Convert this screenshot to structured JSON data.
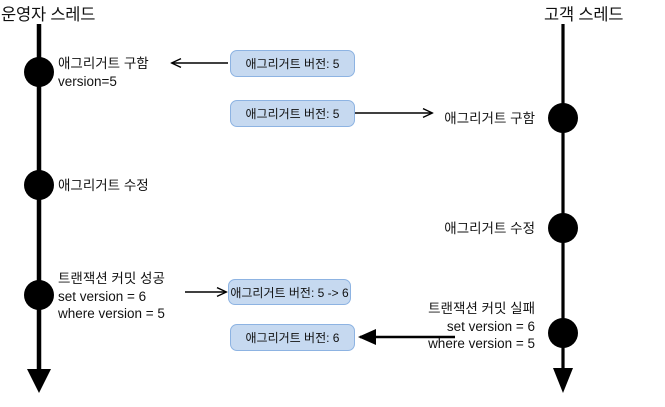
{
  "diagram": {
    "title_left": "운영자 스레드",
    "title_right": "고객 스레드",
    "background": "#ffffff",
    "line_color": "#000000",
    "box_fill": "#c6d9f0",
    "box_border": "#8db3e2"
  },
  "left_thread": {
    "name": "운영자 스레드",
    "nodes": [
      {
        "label_line1": "애그리거트 구함",
        "label_line2": "version=5",
        "label_line3": ""
      },
      {
        "label_line1": "애그리거트 수정",
        "label_line2": "",
        "label_line3": ""
      },
      {
        "label_line1": "트랜잭션 커밋 성공",
        "label_line2": "set version = 6",
        "label_line3": "where version = 5"
      }
    ]
  },
  "right_thread": {
    "name": "고객 스레드",
    "nodes": [
      {
        "label_line1": "애그리거트 구함",
        "label_line2": "",
        "label_line3": ""
      },
      {
        "label_line1": "애그리거트 수정",
        "label_line2": "",
        "label_line3": ""
      },
      {
        "label_line1": "트랜잭션 커밋 실패",
        "label_line2": "set version = 6",
        "label_line3": "where version = 5"
      }
    ]
  },
  "messages": [
    {
      "text": "애그리거트 버전: 5",
      "direction": "left"
    },
    {
      "text": "애그리거트 버전: 5",
      "direction": "right"
    },
    {
      "text": "애그리거트 버전: 5 -> 6",
      "direction": "left"
    },
    {
      "text": "애그리거트 버전: 6",
      "direction": "left"
    }
  ]
}
